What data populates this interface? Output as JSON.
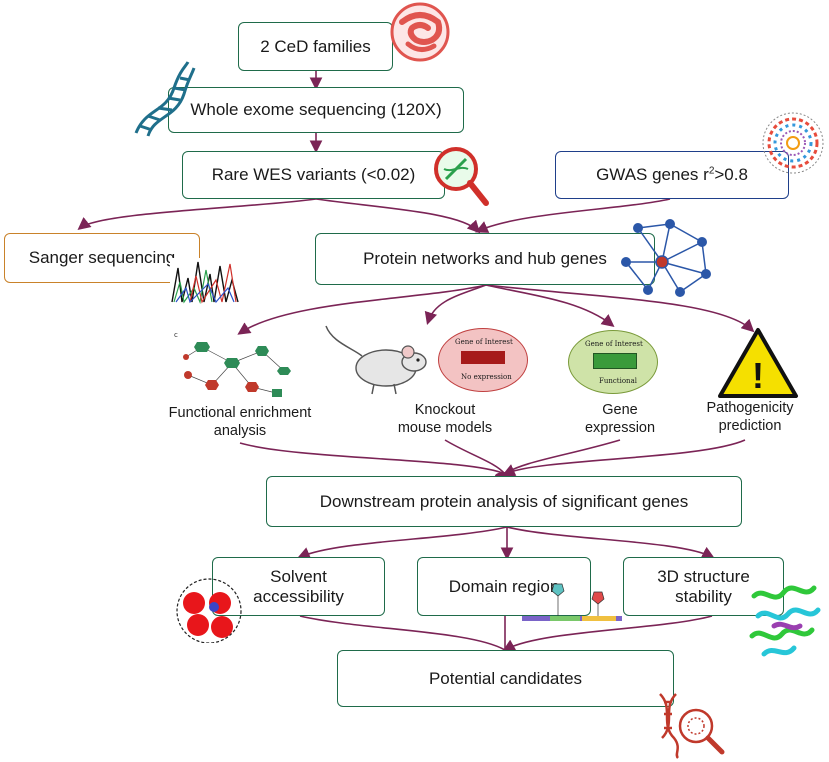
{
  "steps": {
    "families": "2 CeD families",
    "wes": "Whole exome sequencing (120X)",
    "rare": "Rare WES variants (<0.02)",
    "gwas_prefix": "GWAS genes r",
    "gwas_sup": "2",
    "gwas_suffix": ">0.8",
    "sanger": "Sanger sequencing",
    "protein_networks": "Protein networks and hub genes",
    "downstream": "Downstream protein analysis of significant genes",
    "solvent_1": "Solvent",
    "solvent_2": "accessibility",
    "domain": "Domain region",
    "structure_1": "3D structure",
    "structure_2": "stability",
    "candidates": "Potential candidates"
  },
  "analyses": {
    "functional_1": "Functional enrichment",
    "functional_2": "analysis",
    "knockout_1": "Knockout",
    "knockout_2": "mouse models",
    "gene_1": "Gene",
    "gene_2": "expression",
    "patho_1": "Pathogenicity",
    "patho_2": "prediction"
  },
  "panel_text": {
    "gene_of_interest_a": "Gene of Interest",
    "no_expression": "No expression",
    "gene_of_interest_b": "Gene of Interest",
    "functional": "Functional",
    "network_tag": "c",
    "warning_mark": "!"
  },
  "icons": [
    "intestine-icon",
    "dna-helix-icon",
    "magnifier-dna-icon",
    "circos-plot-icon",
    "chromatogram-icon",
    "network-hub-icon",
    "enrichment-network-icon",
    "mouse-icon",
    "warning-icon",
    "solvent-spheres-icon",
    "domain-bar-icon",
    "protein-structure-icon",
    "dna-search-icon"
  ],
  "colors": {
    "arrow": "#7b2456",
    "box_border": "#1f6b4a",
    "sanger_border": "#c9822a",
    "gwas_border": "#1f3f8a"
  }
}
